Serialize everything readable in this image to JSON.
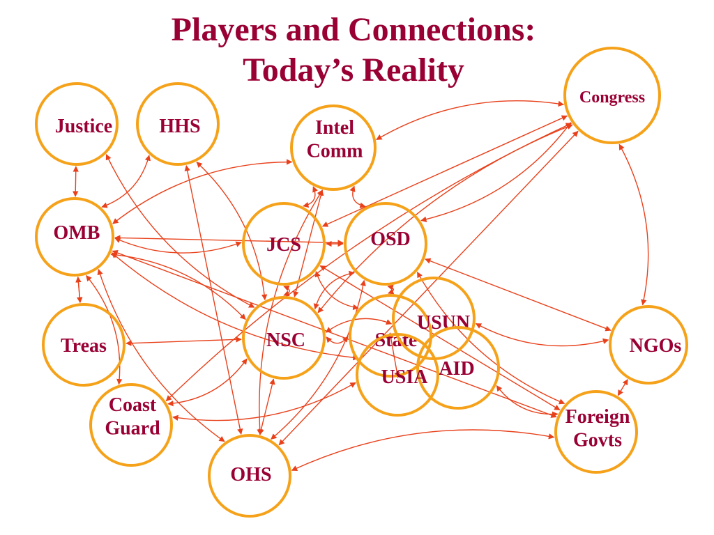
{
  "slide": {
    "title_line1": "Players and Connections:",
    "title_line2": "Today’s Reality"
  },
  "colors": {
    "title": "#990033",
    "node_outline": "#f5a21a",
    "edge": "#e8401a",
    "label": "#990033"
  },
  "nodes": [
    {
      "id": "justice",
      "lines": [
        "Justice"
      ]
    },
    {
      "id": "hhs",
      "lines": [
        "HHS"
      ]
    },
    {
      "id": "intel-comm",
      "lines": [
        "Intel",
        "Comm"
      ]
    },
    {
      "id": "congress",
      "lines": [
        "Congress"
      ]
    },
    {
      "id": "omb",
      "lines": [
        "OMB"
      ]
    },
    {
      "id": "jcs",
      "lines": [
        "JCS"
      ]
    },
    {
      "id": "osd",
      "lines": [
        "OSD"
      ]
    },
    {
      "id": "treas",
      "lines": [
        "Treas"
      ]
    },
    {
      "id": "nsc",
      "lines": [
        "NSC"
      ]
    },
    {
      "id": "state",
      "lines": [
        "State"
      ]
    },
    {
      "id": "usun",
      "lines": [
        "USUN"
      ]
    },
    {
      "id": "aid",
      "lines": [
        "AID"
      ]
    },
    {
      "id": "usia",
      "lines": [
        "USIA"
      ]
    },
    {
      "id": "ngos",
      "lines": [
        "NGOs"
      ]
    },
    {
      "id": "coast-guard",
      "lines": [
        "Coast",
        "Guard"
      ]
    },
    {
      "id": "foreign-govts",
      "lines": [
        "Foreign",
        "Govts"
      ]
    },
    {
      "id": "ohs",
      "lines": [
        "OHS"
      ]
    }
  ],
  "connections": [
    [
      "justice",
      "omb"
    ],
    [
      "hhs",
      "omb"
    ],
    [
      "intel-comm",
      "omb"
    ],
    [
      "omb",
      "osd"
    ],
    [
      "omb",
      "jcs"
    ],
    [
      "omb",
      "nsc"
    ],
    [
      "omb",
      "treas"
    ],
    [
      "omb",
      "coast-guard"
    ],
    [
      "omb",
      "ohs"
    ],
    [
      "omb",
      "foreign-govts"
    ],
    [
      "justice",
      "nsc"
    ],
    [
      "hhs",
      "nsc"
    ],
    [
      "hhs",
      "ohs"
    ],
    [
      "intel-comm",
      "jcs"
    ],
    [
      "intel-comm",
      "osd"
    ],
    [
      "intel-comm",
      "nsc"
    ],
    [
      "intel-comm",
      "ohs"
    ],
    [
      "intel-comm",
      "congress"
    ],
    [
      "congress",
      "jcs"
    ],
    [
      "congress",
      "osd"
    ],
    [
      "congress",
      "nsc"
    ],
    [
      "congress",
      "ohs"
    ],
    [
      "congress",
      "coast-guard"
    ],
    [
      "congress",
      "ngos"
    ],
    [
      "jcs",
      "osd"
    ],
    [
      "jcs",
      "nsc"
    ],
    [
      "jcs",
      "state"
    ],
    [
      "jcs",
      "foreign-govts"
    ],
    [
      "osd",
      "nsc"
    ],
    [
      "osd",
      "state"
    ],
    [
      "osd",
      "ngos"
    ],
    [
      "osd",
      "ohs"
    ],
    [
      "osd",
      "foreign-govts"
    ],
    [
      "treas",
      "nsc"
    ],
    [
      "nsc",
      "state"
    ],
    [
      "nsc",
      "coast-guard"
    ],
    [
      "nsc",
      "ohs"
    ],
    [
      "nsc",
      "usun"
    ],
    [
      "usun",
      "ngos"
    ],
    [
      "state",
      "usia"
    ],
    [
      "aid",
      "foreign-govts"
    ],
    [
      "usia",
      "omb"
    ],
    [
      "ngos",
      "foreign-govts"
    ],
    [
      "ohs",
      "foreign-govts"
    ],
    [
      "coast-guard",
      "usia"
    ],
    [
      "treas",
      "omb"
    ]
  ]
}
